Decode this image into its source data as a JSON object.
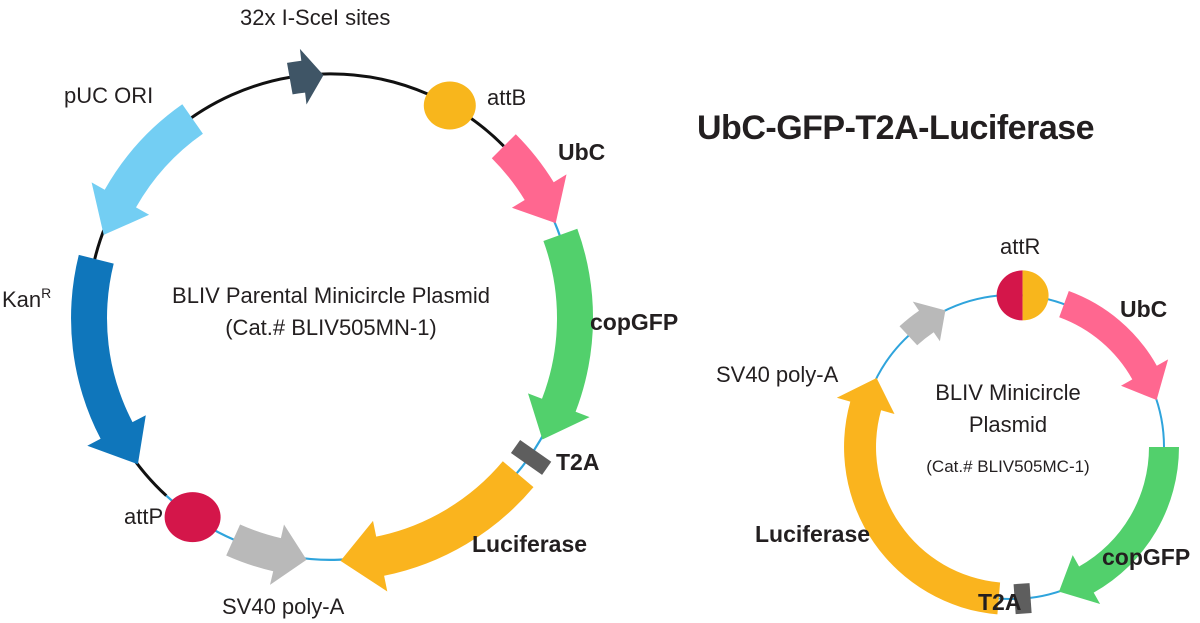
{
  "title": "UbC-GFP-T2A-Luciferase",
  "colors": {
    "backbone": "#111111",
    "insert_line": "#2fa4dc",
    "sceI": "#3f5566",
    "attB": "#f8b61c",
    "ubc": "#ff6790",
    "copgfp": "#52d06c",
    "t2a": "#5e5e5e",
    "luciferase": "#fab41e",
    "sv40": "#b9b9b9",
    "attP": "#d4164a",
    "kan": "#0f76bb",
    "puc": "#73cef3",
    "attR_left": "#d4164a",
    "attR_right": "#f8b61c"
  },
  "parental": {
    "name_line1": "BLIV Parental Minicircle Plasmid",
    "name_line2": "(Cat.# BLIV505MN-1)",
    "features": {
      "sceI": "32x I-SceI sites",
      "attB": "attB",
      "ubc": "UbC",
      "copgfp": "copGFP",
      "t2a": "T2A",
      "luciferase": "Luciferase",
      "sv40": "SV40 poly-A",
      "attP": "attP",
      "kan": "Kan",
      "kan_sup": "R",
      "puc": "pUC ORI"
    }
  },
  "minicircle": {
    "name_line1": "BLIV Minicircle",
    "name_line2": "Plasmid",
    "name_line3": "(Cat.# BLIV505MC-1)",
    "features": {
      "attR": "attR",
      "ubc": "UbC",
      "copgfp": "copGFP",
      "t2a": "T2A",
      "luciferase": "Luciferase",
      "sv40": "SV40 poly-A"
    }
  }
}
